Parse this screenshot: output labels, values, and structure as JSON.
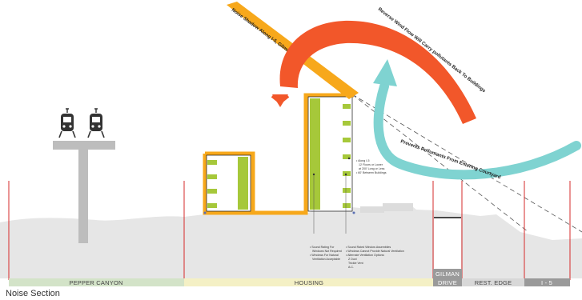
{
  "zones": [
    {
      "key": "pepper",
      "label": "PEPPER CANYON"
    },
    {
      "key": "housing",
      "label": "HOUSING"
    },
    {
      "key": "gilman",
      "label_line1": "GILMAN",
      "label_line2": "DRIVE"
    },
    {
      "key": "rest",
      "label": "REST. EDGE"
    },
    {
      "key": "i5",
      "label": "I - 5"
    }
  ],
  "arrows": {
    "noise_shadow": "Noise Shadow Along I-5, Gilman",
    "reverse_wind": "Reverse Wind Flow Will Carry pollutants Back To Buildings",
    "prevents": "Prevents Polluntants From Entering Courtyard"
  },
  "notes": {
    "tower_right": [
      "Along I-5",
      "12 Floors or Lower",
      "at 200' Long or Less",
      "60' Between Buildings"
    ],
    "bottom_left": [
      "Sound Rating For",
      "Windows Not Required",
      "Windows For Natural",
      "Ventilation Acceptable"
    ],
    "bottom_right": [
      "Sound Rated Window Assemblies",
      "Windows Cannot Provide Natural Ventilation",
      "Alternate Ventilation Options:",
      "Z Duct",
      "Trickle Vent",
      "A.C."
    ]
  },
  "caption": "Noise Section",
  "colors": {
    "orange_outline": "#f7a81b",
    "window_green": "#a6c83a",
    "red_arrow": "#f2572a",
    "teal_arrow": "#7fd3d1",
    "ground": "#e6e6e6",
    "divider_red": "#d62b2b",
    "pepper_band": "#d3e3c8",
    "housing_band": "#f4f0c5",
    "gilman_band": "#9a9a9a",
    "rest_band": "#d8d8d8",
    "i5_band": "#9a9a9a"
  }
}
